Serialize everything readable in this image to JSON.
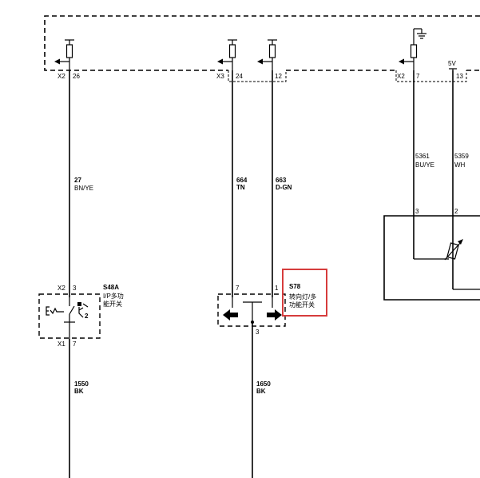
{
  "connectors": {
    "x2_26": {
      "conn": "X2",
      "pin": "26"
    },
    "x3_24": {
      "conn": "X3",
      "pin": "24"
    },
    "p12": {
      "pin": "12"
    },
    "x2_7": {
      "conn": "X2",
      "pin": "7"
    },
    "p13": {
      "pin": "13"
    }
  },
  "supply_5v": "5V",
  "wires": {
    "w27": {
      "id": "27",
      "color": "BN/YE"
    },
    "w664": {
      "id": "664",
      "color": "TN"
    },
    "w663": {
      "id": "663",
      "color": "D-GN"
    },
    "w5361": {
      "id": "5361",
      "color": "BU/YE"
    },
    "w5359": {
      "id": "5359",
      "color": "WH"
    },
    "w1550": {
      "id": "1550",
      "color": "BK"
    },
    "w1650": {
      "id": "1650",
      "color": "BK"
    }
  },
  "component_right": {
    "pin3": "3",
    "pin2": "2"
  },
  "s48a": {
    "code": "S48A",
    "desc_line1": "I/P多功",
    "desc_line2": "能开关",
    "top_conn": "X2",
    "top_pin": "3",
    "bottom_conn": "X1",
    "bottom_pin": "7",
    "pos_label": "2"
  },
  "s78": {
    "code": "S78",
    "desc_line1": "转向灯/多",
    "desc_line2": "功能开关",
    "pin_left": "7",
    "pin_right": "1",
    "pin_bottom": "3"
  },
  "colors": {
    "line": "#000000",
    "highlight": "#d63c3c",
    "background": "#ffffff"
  }
}
